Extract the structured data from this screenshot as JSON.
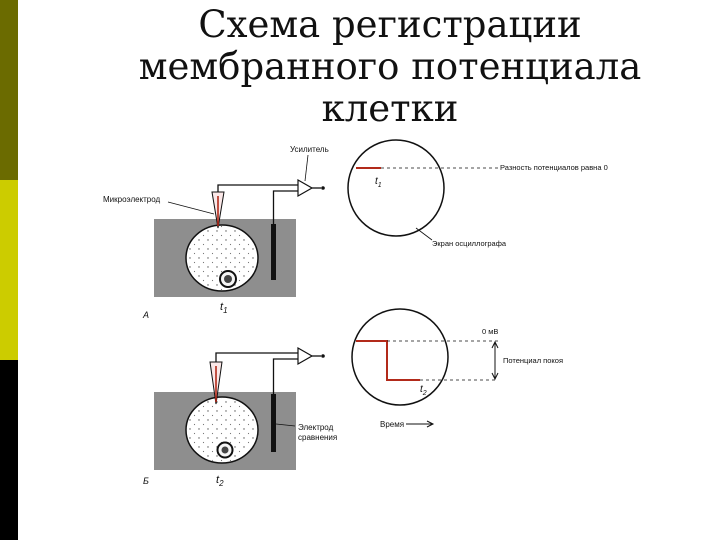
{
  "slide": {
    "title_lines": [
      "Схема регистрации",
      "мембранного потенциала",
      "клетки"
    ]
  },
  "diagram": {
    "panel_a": {
      "letter": "А",
      "amplifier_label": "Усилитель",
      "microelectrode_label": "Микроэлектрод",
      "time_label": "t",
      "time_sub": "1",
      "screen_trace_label": "Разность потенциалов равна 0",
      "screen_label": "Экран осциллографа"
    },
    "panel_b": {
      "letter": "Б",
      "time_label": "t",
      "time_sub": "2",
      "zero_label": "0 мВ",
      "resting_label": "Потенциал покоя",
      "time_axis_label": "Время",
      "reference_label_1": "Электрод",
      "reference_label_2": "сравнения"
    }
  },
  "colors": {
    "olive": "#6b6b00",
    "yellow": "#cccc00",
    "trace_red": "#b22a1a",
    "tissue_gray": "#8e8e8e"
  }
}
